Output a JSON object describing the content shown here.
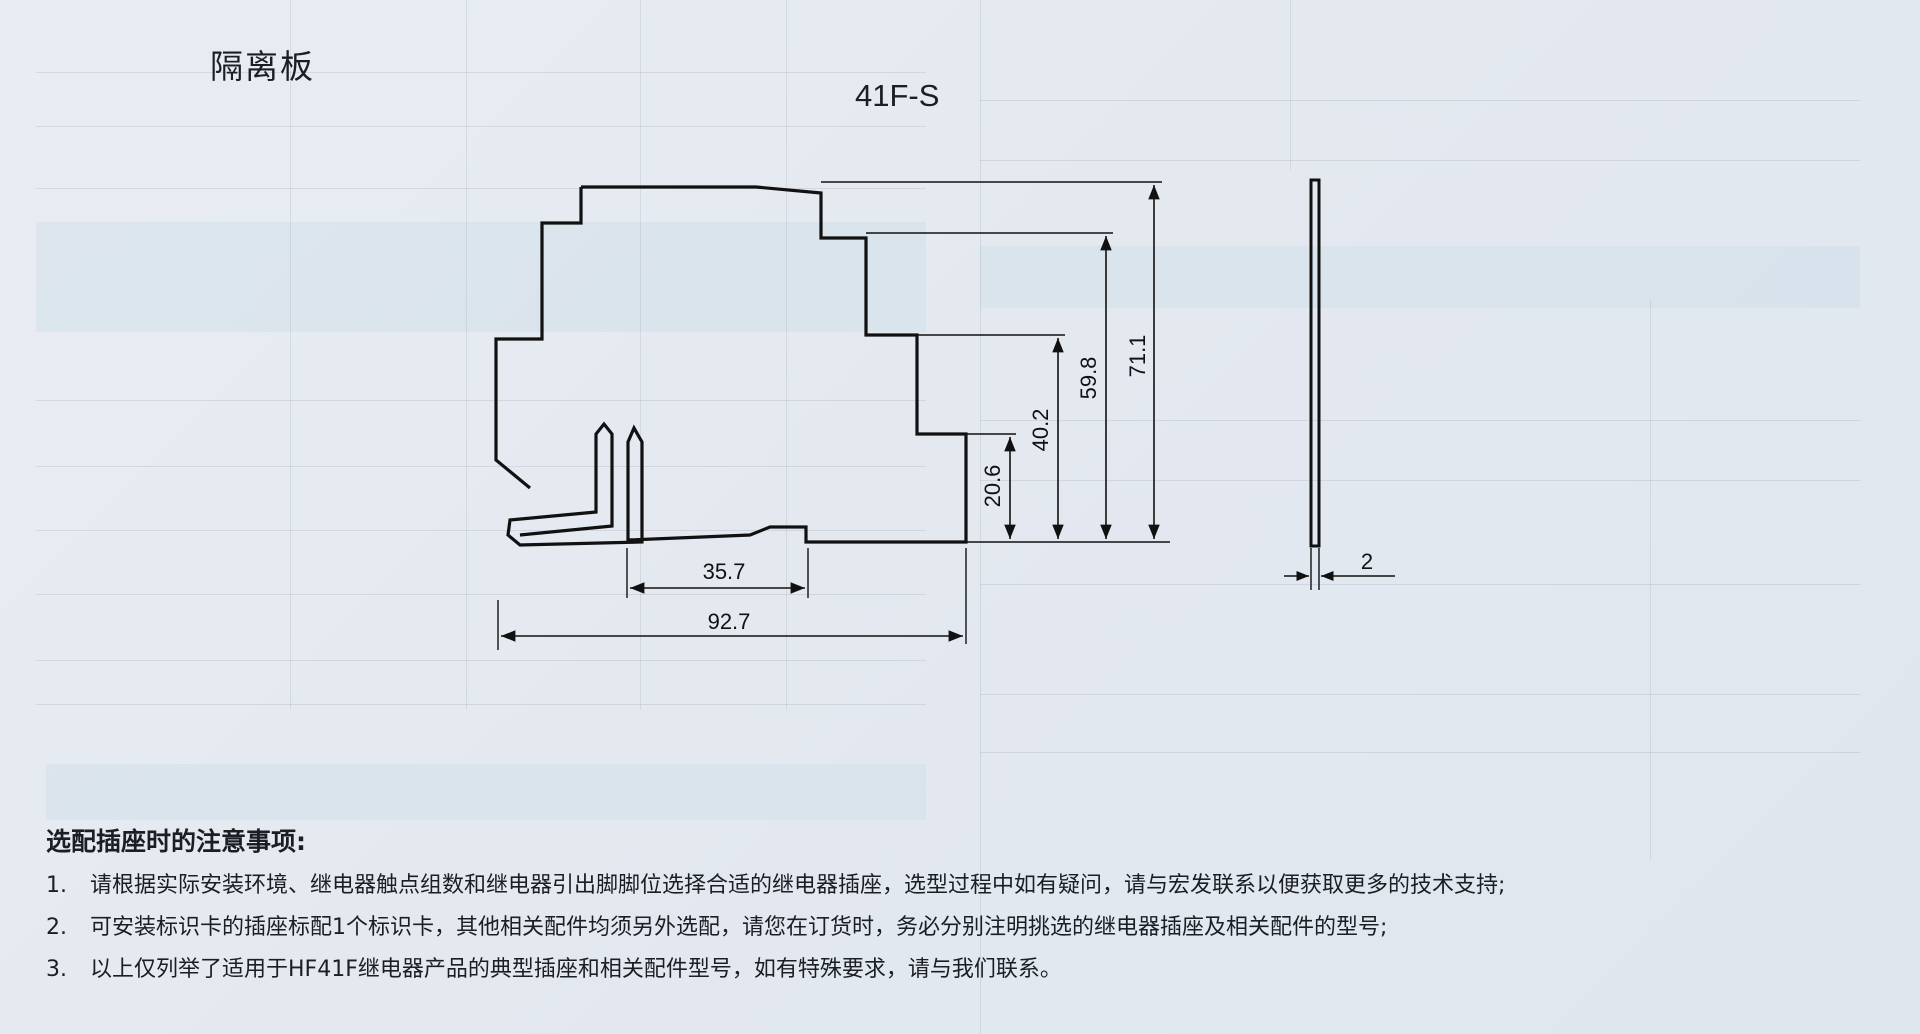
{
  "section_title": "隔离板",
  "model": "41F-S",
  "dimensions": {
    "width_total": "92.7",
    "slot_width": "35.7",
    "h_step1": "20.6",
    "h_step2": "40.2",
    "h_step3": "59.8",
    "h_total": "71.1",
    "thickness": "2"
  },
  "notes": {
    "title": "选配插座时的注意事项:",
    "items": [
      {
        "num": "1.",
        "text": "请根据实际安装环境、继电器触点组数和继电器引出脚脚位选择合适的继电器插座，选型过程中如有疑问，请与宏发联系以便获取更多的技术支持;"
      },
      {
        "num": "2.",
        "text": "可安装标识卡的插座标配1个标识卡，其他相关配件均须另外选配，请您在订货时，务必分别注明挑选的继电器插座及相关配件的型号;"
      },
      {
        "num": "3.",
        "text": "以上仅列举了适用于HF41F继电器产品的典型插座和相关配件型号，如有特殊要求，请与我们联系。"
      }
    ]
  }
}
